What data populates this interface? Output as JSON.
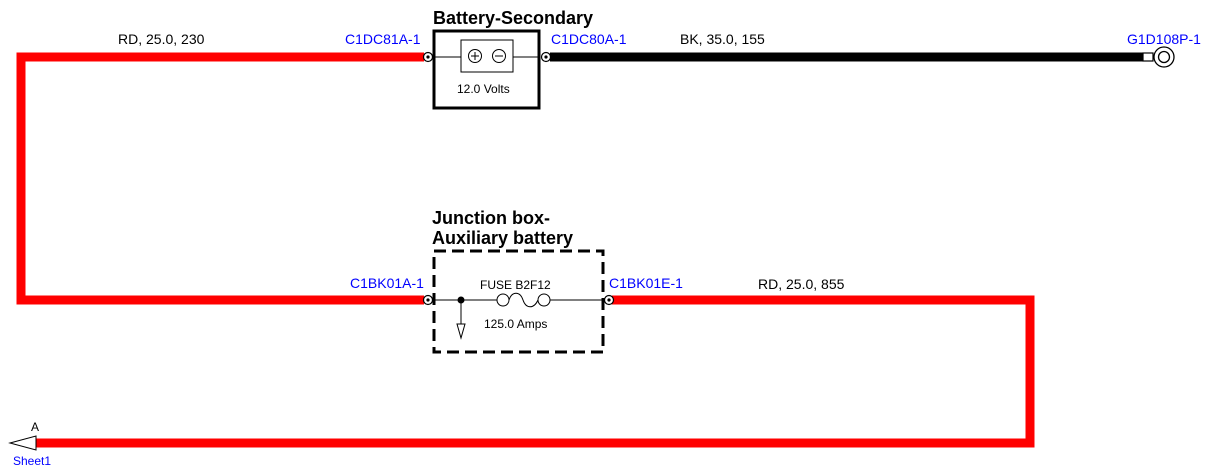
{
  "colors": {
    "red_wire": "#ff0000",
    "black_wire": "#000000",
    "connector_label": "#0000ff",
    "text": "#000000"
  },
  "wires": {
    "top_left": "RD,  25.0,  230",
    "top_right": "BK,  35.0,  155",
    "right_mid": "RD,  25.0,  855"
  },
  "connectors": {
    "c1dc81a": "C1DC81A-1",
    "c1dc80a": "C1DC80A-1",
    "g1d108p": "G1D108P-1",
    "c1bk01a": "C1BK01A-1",
    "c1bk01e": "C1BK01E-1"
  },
  "battery": {
    "title": "Battery-Secondary",
    "voltage": "12.0 Volts"
  },
  "junction_box": {
    "title_line1": "Junction box-",
    "title_line2": "Auxiliary battery",
    "fuse_name": "FUSE B2F12",
    "fuse_rating": "125.0 Amps"
  },
  "offsheet": {
    "letter": "A",
    "sheet": "Sheet1"
  }
}
